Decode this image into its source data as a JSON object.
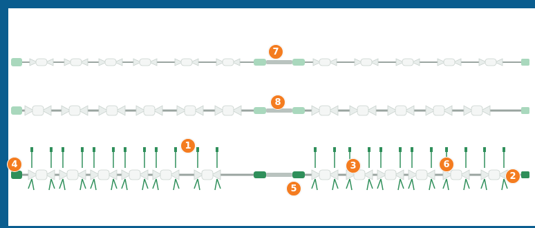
{
  "colors": {
    "frame": "#0a5d8f",
    "badge": "#f47c20",
    "accent_green": "#2f8f5a",
    "light_green": "#a9d8bd",
    "clear_part": "#e9eeec",
    "tubing": "#9aa4a0"
  },
  "callouts": [
    "1",
    "2",
    "3",
    "4",
    "5",
    "6",
    "7",
    "8"
  ]
}
